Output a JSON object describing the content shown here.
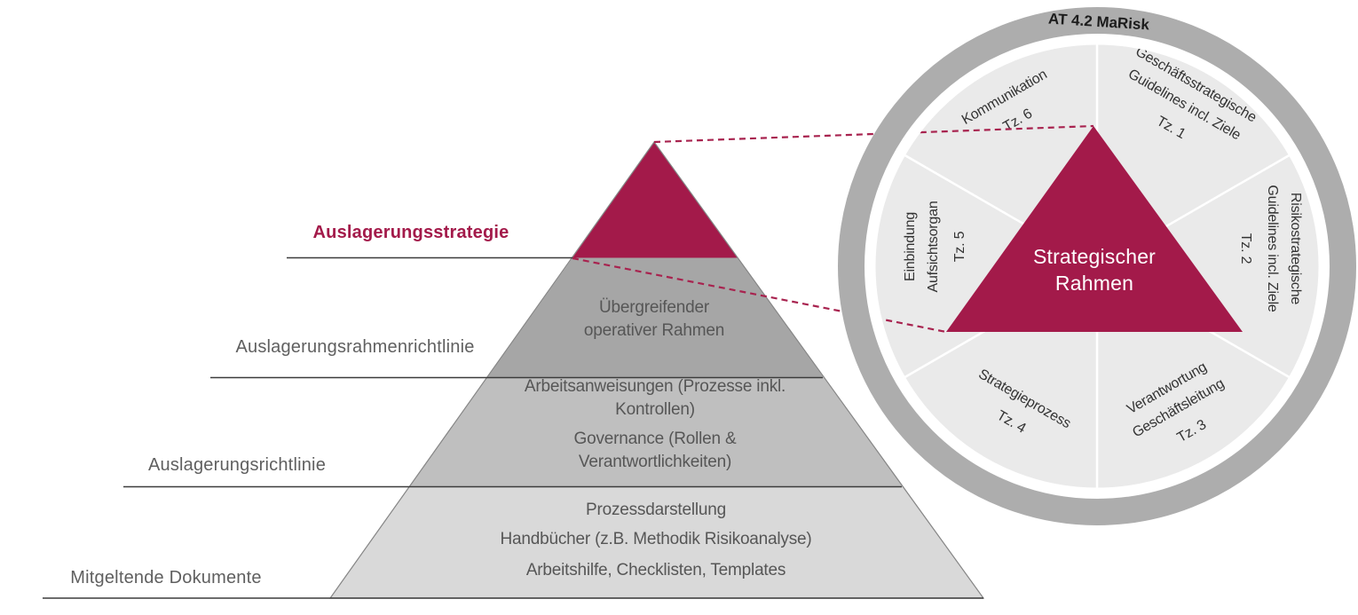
{
  "colors": {
    "accent": "#A31A4A",
    "dash": "#A8234F",
    "level2": "#A6A6A6",
    "level3": "#BFBFBF",
    "level4": "#D9D9D9",
    "ring": "#ADADAD",
    "wheel": "#EAEAEA"
  },
  "pyramid": {
    "left_labels": [
      {
        "text": "Auslagerungsstrategie"
      },
      {
        "text": "Auslagerungsrahmenrichtlinie"
      },
      {
        "text": "Auslagerungsrichtlinie"
      },
      {
        "text": "Mitgeltende Dokumente"
      }
    ],
    "levels": [
      {
        "lines": []
      },
      {
        "lines": [
          "Übergreifender",
          "operativer Rahmen"
        ]
      },
      {
        "lines": [
          "Arbeitsanweisungen (Prozesse inkl.",
          "Kontrollen)",
          "Governance (Rollen &",
          "Verantwortlichkeiten)"
        ]
      },
      {
        "lines": [
          "Prozessdarstellung",
          "Handbücher (z.B. Methodik Risikoanalyse)",
          "Arbeitshilfe, Checklisten, Templates"
        ]
      }
    ]
  },
  "wheel": {
    "ring_label": "AT 4.2 MaRisk",
    "center": {
      "line1": "Strategischer",
      "line2": "Rahmen"
    },
    "segments": [
      {
        "line1": "Geschäftsstrategische",
        "line2": "Guidelines incl. Ziele",
        "tz": "Tz. 1"
      },
      {
        "line1": "Risikostrategische",
        "line2": "Guidelines incl. Ziele",
        "tz": "Tz. 2"
      },
      {
        "line1": "Verantwortung",
        "line2": "Geschäftsleitung",
        "tz": "Tz. 3"
      },
      {
        "line1": "Strategieprozess",
        "tz": "Tz. 4"
      },
      {
        "line1": "Einbindung",
        "line2": "Aufsichtsorgan",
        "tz": "Tz. 5"
      },
      {
        "line1": "Kommunikation",
        "tz": "Tz. 6"
      }
    ]
  }
}
